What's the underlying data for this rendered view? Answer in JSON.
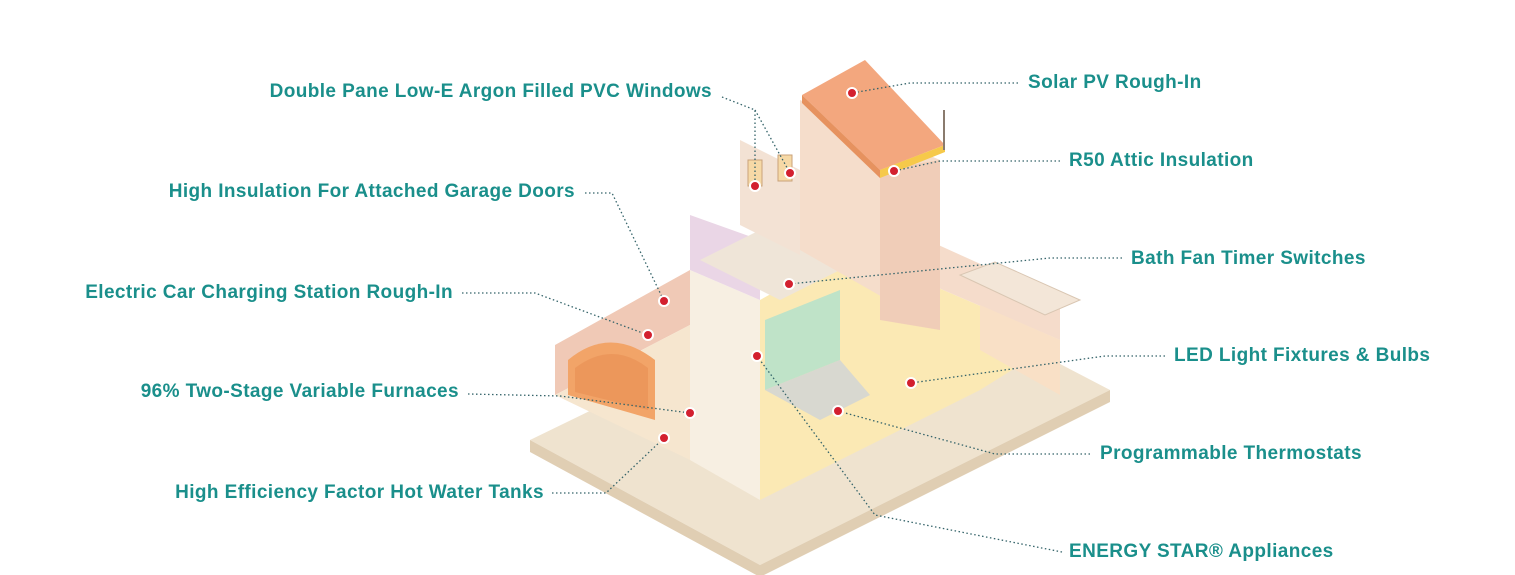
{
  "colors": {
    "accent": "#1a8f8b",
    "marker": "#d3202f",
    "leader": "#35646a"
  },
  "features": [
    {
      "id": "windows",
      "label": "Double Pane Low-E Argon Filled PVC Windows"
    },
    {
      "id": "garage-doors",
      "label": "High Insulation For Attached Garage Doors"
    },
    {
      "id": "car-charging",
      "label": "Electric Car Charging Station Rough-In"
    },
    {
      "id": "furnaces",
      "label": "96% Two-Stage Variable Furnaces"
    },
    {
      "id": "hot-water",
      "label": "High Efficiency Factor Hot Water Tanks"
    },
    {
      "id": "solar",
      "label": "Solar PV Rough-In"
    },
    {
      "id": "attic",
      "label": "R50 Attic Insulation"
    },
    {
      "id": "bath-fan",
      "label": "Bath Fan Timer Switches"
    },
    {
      "id": "led",
      "label": "LED Light Fixtures & Bulbs"
    },
    {
      "id": "thermostats",
      "label": "Programmable Thermostats"
    },
    {
      "id": "energy-star",
      "label": "ENERGY STAR® Appliances"
    }
  ]
}
